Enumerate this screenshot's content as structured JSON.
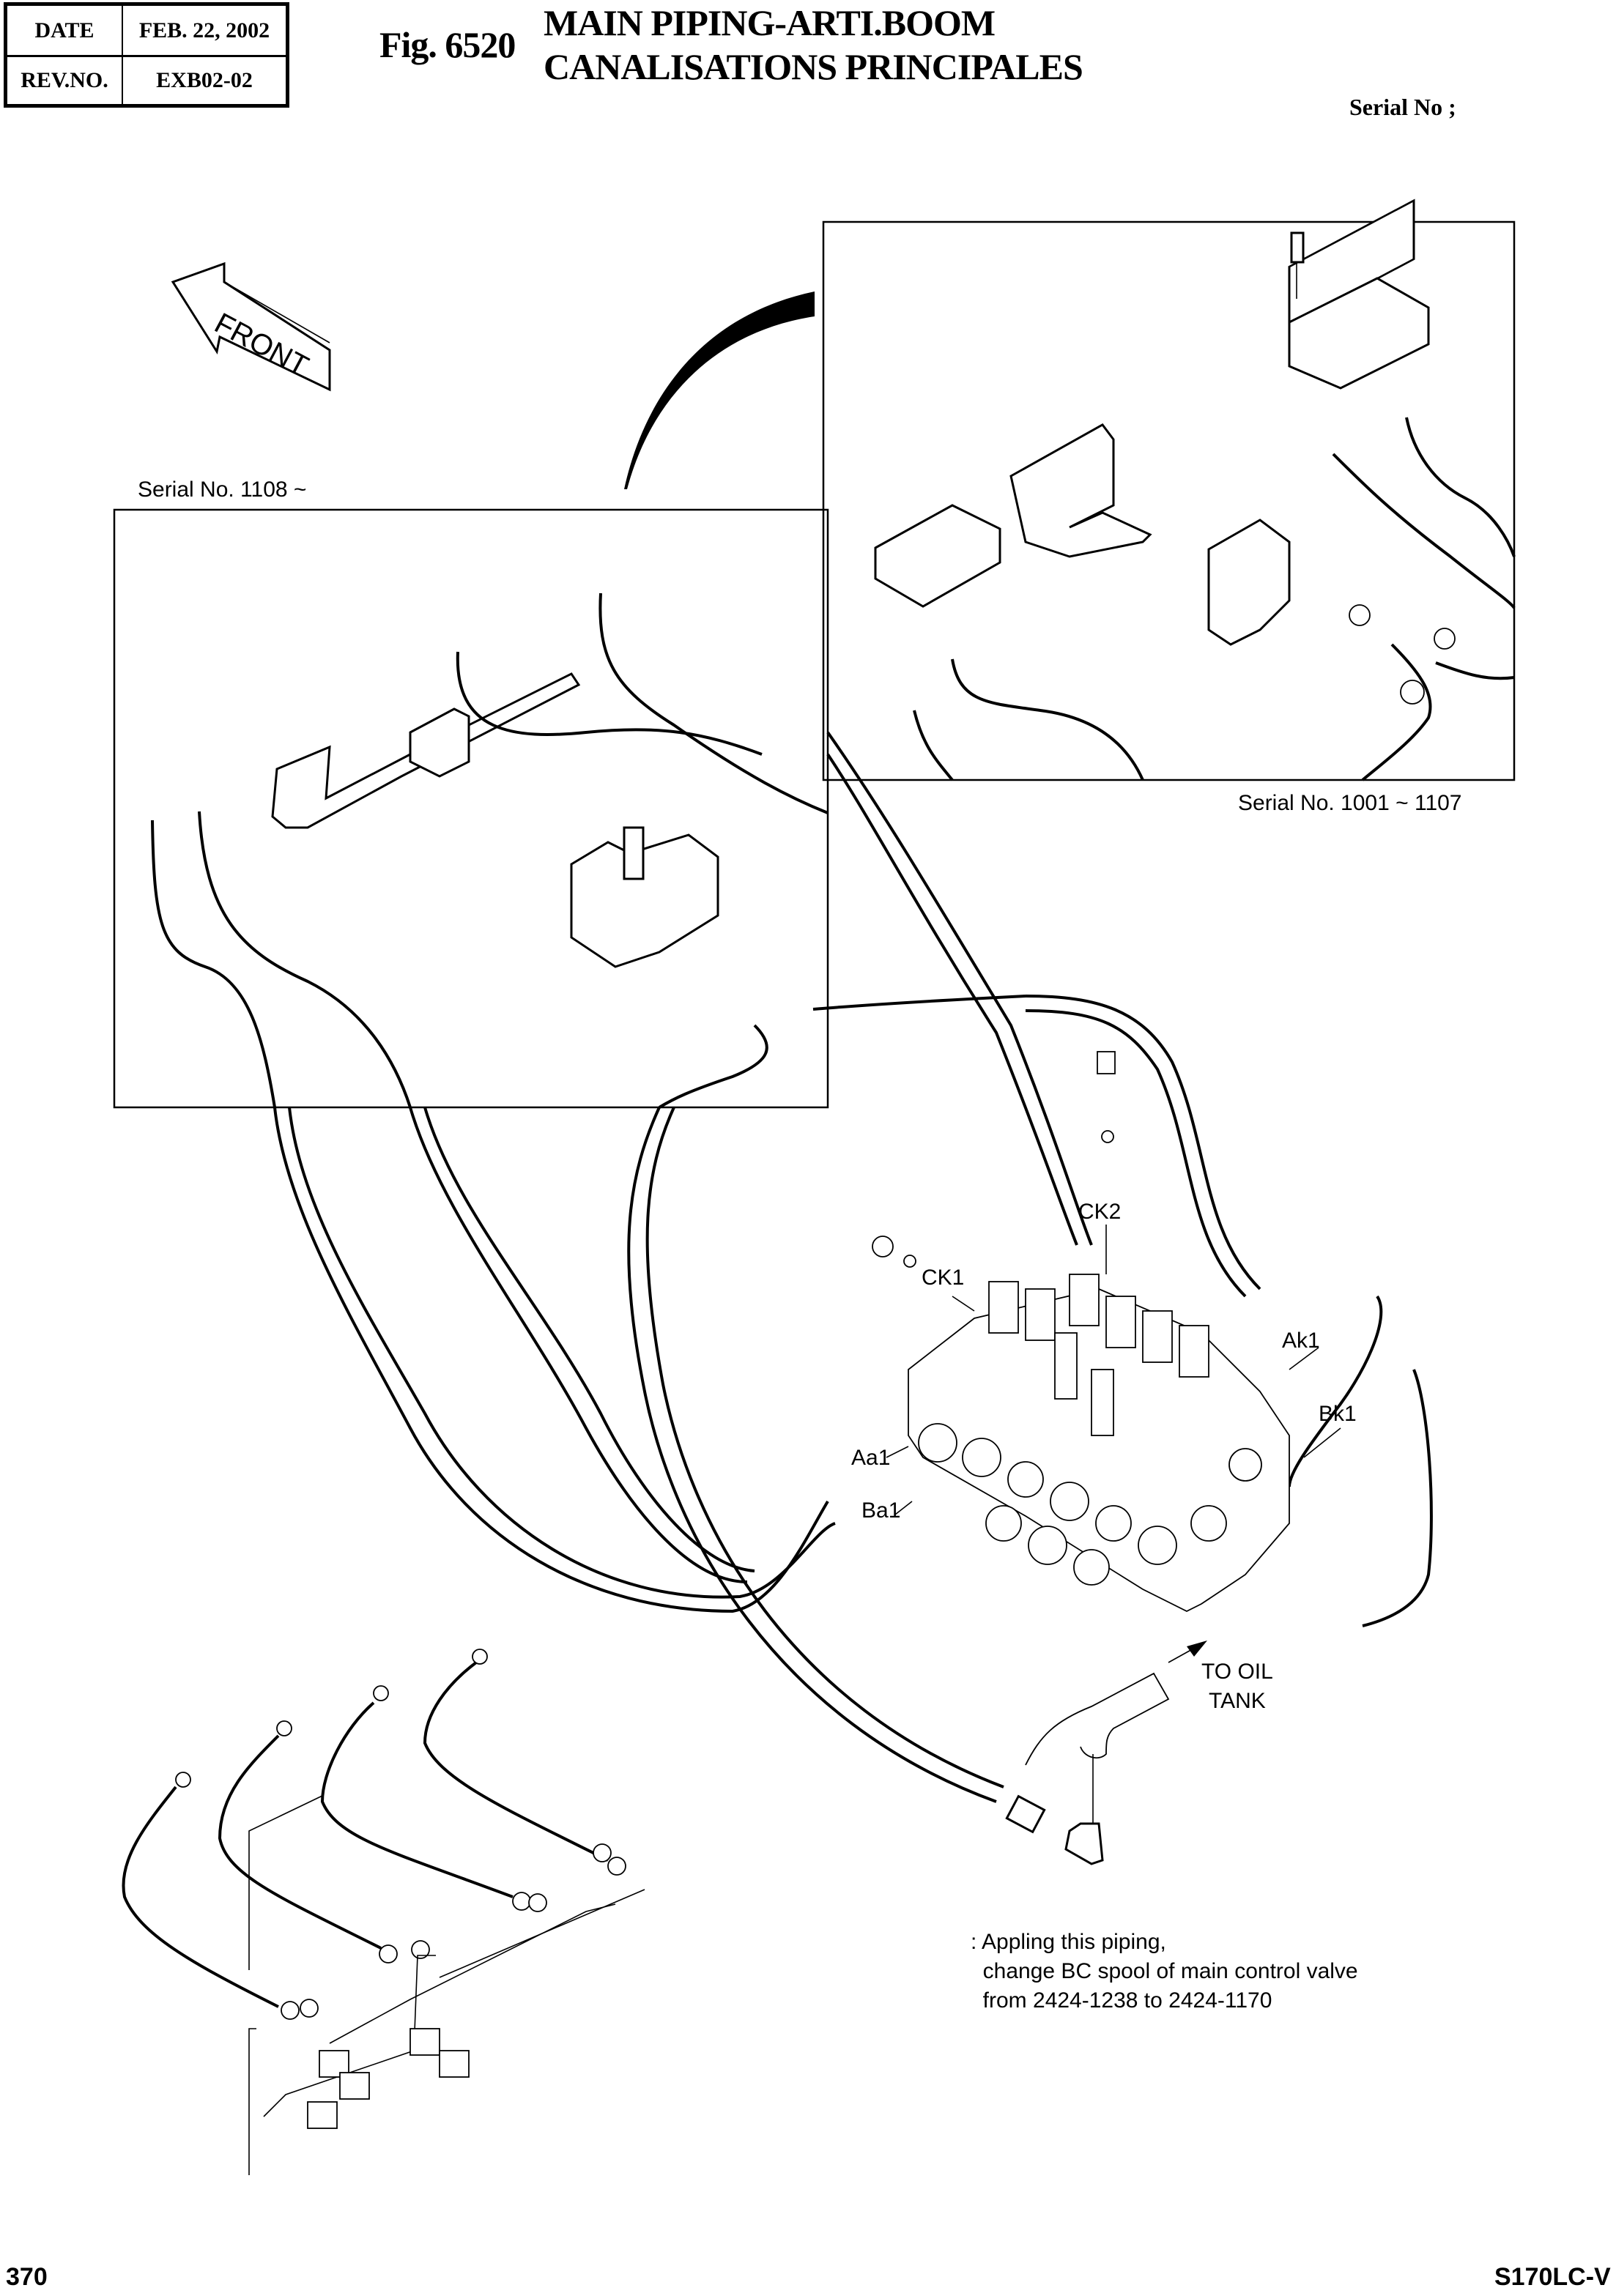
{
  "header": {
    "date_label": "DATE",
    "date_value": "FEB. 22, 2002",
    "rev_label": "REV.NO.",
    "rev_value": "EXB02-02",
    "fig_number": "Fig. 6520",
    "title_en": "MAIN PIPING-ARTI.BOOM",
    "title_fr": "CANALISATIONS PRINCIPALES",
    "serial_label": "Serial No ;"
  },
  "diagram": {
    "front_arrow_label": "FRONT",
    "inset_left_label": "Serial No. 1108 ~",
    "inset_right_label": "Serial No. 1001 ~ 1107",
    "port_labels": [
      "CK2",
      "CK1",
      "Ak1",
      "Bk1",
      "Aa1",
      "Ba1"
    ],
    "oil_tank_label": [
      "TO OIL",
      "TANK"
    ]
  },
  "note": {
    "lines": [
      ": Appling this piping,",
      "  change BC spool of main control valve",
      "  from 2424-1238 to 2424-1170"
    ]
  },
  "footer": {
    "page_number": "370",
    "model": "S170LC-V"
  }
}
